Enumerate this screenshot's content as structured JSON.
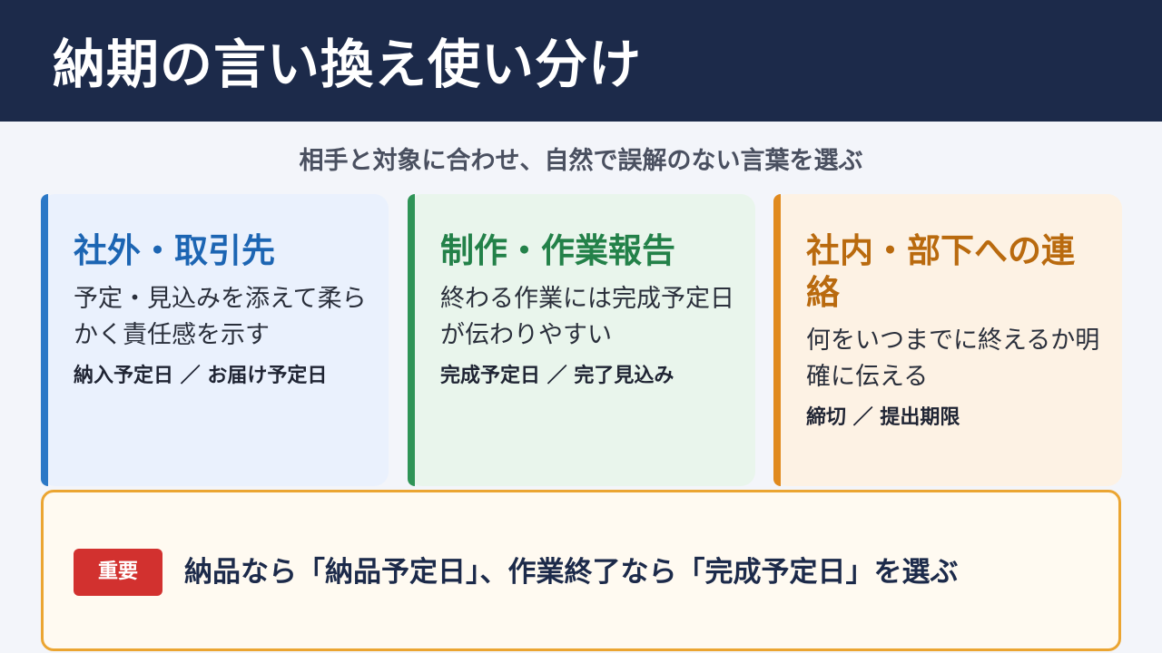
{
  "header": {
    "title": "納期の言い換え使い分け"
  },
  "subtitle": "相手と対象に合わせ、自然で誤解のない言葉を選ぶ",
  "cards": [
    {
      "title": "社外・取引先",
      "description": "予定・見込みを添えて柔らかく責任感を示す",
      "terms": "納入予定日 ／ お届け予定日"
    },
    {
      "title": "制作・作業報告",
      "description": "終わる作業には完成予定日が伝わりやすい",
      "terms": "完成予定日 ／ 完了見込み"
    },
    {
      "title": "社内・部下への連絡",
      "description": "何をいつまでに終えるか明確に伝える",
      "terms": "締切 ／ 提出期限"
    }
  ],
  "banner": {
    "badge": "重要",
    "text": "納品なら「納品予定日」、作業終了なら「完成予定日」を選ぶ"
  },
  "colors": {
    "header_bg": "#1c2a4a",
    "card_external_accent": "#2b78c6",
    "card_production_accent": "#2f9457",
    "card_internal_accent": "#e08a1e",
    "banner_border": "#eba532",
    "badge_bg": "#d2312f"
  }
}
